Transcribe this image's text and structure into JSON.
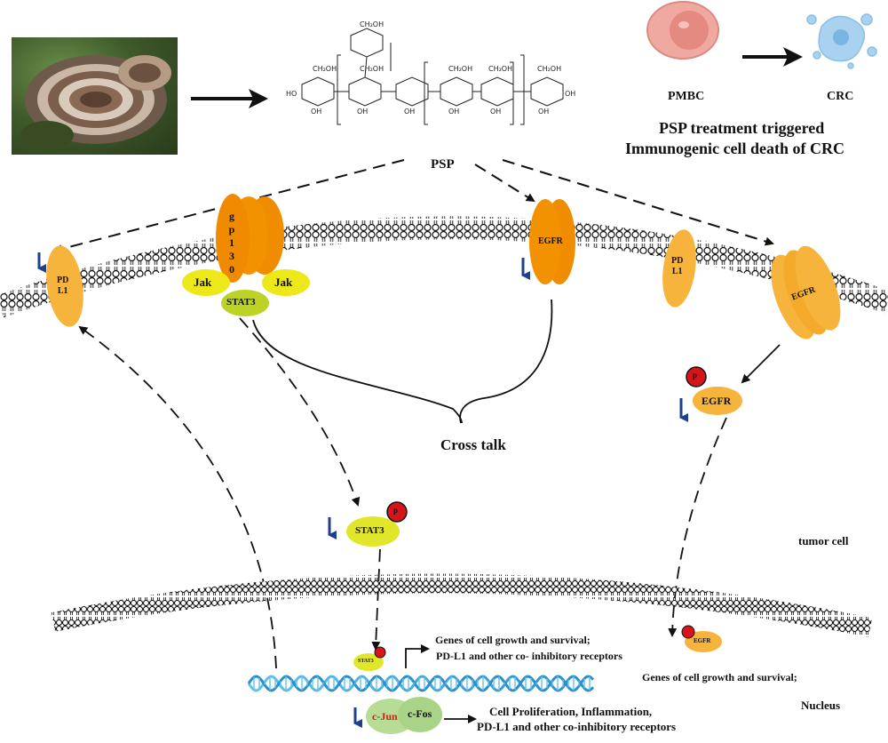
{
  "top": {
    "pmbc_label": "PMBC",
    "crc_label": "CRC",
    "headline_line1": "PSP treatment triggered",
    "headline_line2": "Immunogenic cell death of CRC",
    "psp_label": "PSP"
  },
  "membrane": {
    "gp130_letters": [
      "g",
      "p",
      "1",
      "3",
      "0"
    ],
    "jak_label": "Jak",
    "stat3_label": "STAT3",
    "egfr_label": "EGFR",
    "pdl1_line1": "PD",
    "pdl1_line2": "L1"
  },
  "cytoplasm": {
    "cross_talk": "Cross talk",
    "p_label": "p",
    "tumor_cell": "tumor cell"
  },
  "nucleus": {
    "stat3_small": "STAT3",
    "egfr_small": "EGFR",
    "genes_stat3_line1": "Genes of cell growth and survival;",
    "genes_stat3_line2": "PD-L1 and other co- inhibitory receptors",
    "genes_egfr": "Genes of cell growth and survival;",
    "c_jun": "c-Jun",
    "c_fos": "c-Fos",
    "ap1_line1": "Cell Proliferation, Inflammation,",
    "ap1_line2": "PD-L1 and other co-inhibitory receptors",
    "nucleus_label": "Nucleus"
  },
  "colors": {
    "orange_dark": "#ee8a00",
    "orange_light": "#f6b43c",
    "yellow": "#ece81a",
    "stat3_green": "#bcd326",
    "phospho_red": "#d8141b",
    "down_arrow_blue": "#1f3f8f",
    "dna_blue": "#3aa6d8",
    "ap1_green": "#b6dc95",
    "cjun_red": "#d0201a"
  }
}
